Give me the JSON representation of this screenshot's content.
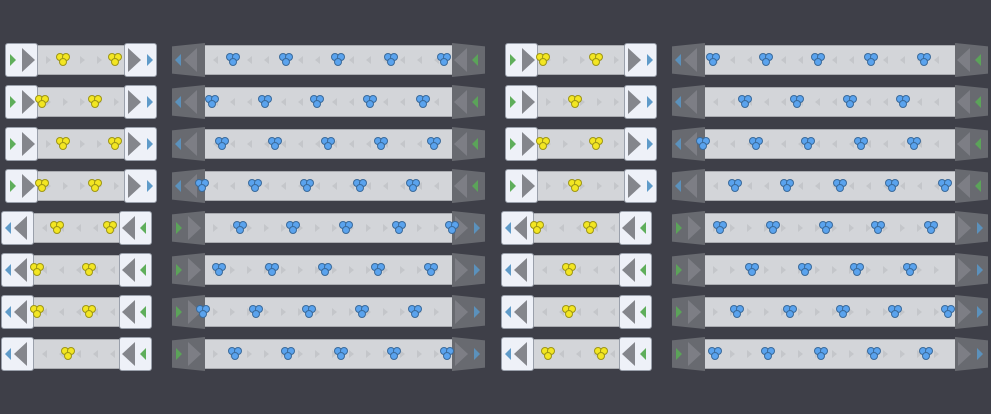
{
  "colors": {
    "background": "#3e3f48",
    "belt": "#d3d5d9",
    "light_cap": "#eef1f8",
    "dark_cap": "#6d6f75",
    "gray_arrow": "#84868c",
    "green_arrow": "#5fae5b",
    "blue_arrow": "#5f9bc9",
    "yellow_item": "#f3e622",
    "blue_item": "#5aa3ee"
  },
  "groups": [
    {
      "name": "left-short-belts",
      "cap_style": "light",
      "item_color": "yellow",
      "directions": [
        "right",
        "right",
        "right",
        "right",
        "left",
        "left",
        "left",
        "left"
      ]
    },
    {
      "name": "left-long-belts",
      "cap_style": "dark",
      "item_color": "blue",
      "directions": [
        "left",
        "left",
        "left",
        "left",
        "right",
        "right",
        "right",
        "right"
      ]
    },
    {
      "name": "right-short-belts",
      "cap_style": "light",
      "item_color": "yellow",
      "directions": [
        "right",
        "right",
        "right",
        "right",
        "left",
        "left",
        "left",
        "left"
      ]
    },
    {
      "name": "right-long-belts",
      "cap_style": "dark",
      "item_color": "blue",
      "directions": [
        "left",
        "left",
        "left",
        "left",
        "right",
        "right",
        "right",
        "right"
      ]
    }
  ]
}
